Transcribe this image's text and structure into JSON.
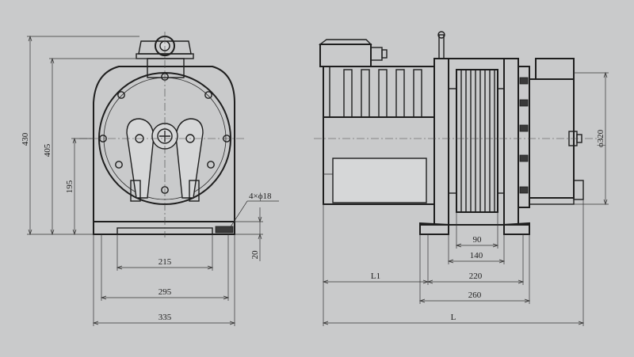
{
  "drawing": {
    "dimensions": {
      "total_height": "430",
      "base_to_top": "405",
      "shaft_height": "195",
      "base_thickness": "20",
      "bolt_holes": "4×ϕ18",
      "inner_width": "215",
      "mount_width": "295",
      "total_width": "335",
      "sheave_groove": "90",
      "sheave_width": "140",
      "bearing_span": "220",
      "frame_width": "260",
      "length_l1": "L1",
      "length_total": "L",
      "diameter": "ϕ320"
    },
    "colors": {
      "background": "#c9cacb",
      "line": "#1e1e1e"
    }
  }
}
